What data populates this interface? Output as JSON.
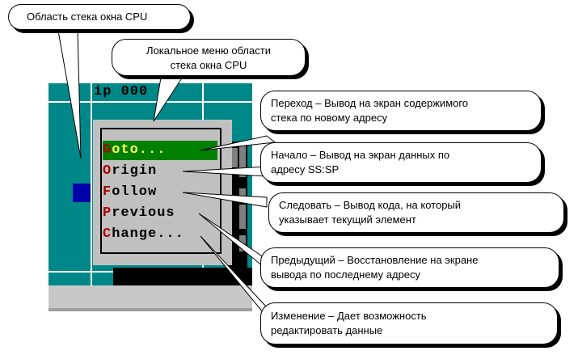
{
  "window": {
    "status_line": "ip 000"
  },
  "menu": {
    "items": [
      {
        "hot": "G",
        "rest": "oto...",
        "selected": true
      },
      {
        "hot": "O",
        "rest": "rigin",
        "selected": false
      },
      {
        "hot": "F",
        "rest": "ollow",
        "selected": false
      },
      {
        "hot": "P",
        "rest": "revious",
        "selected": false
      },
      {
        "hot": "C",
        "rest": "hange...",
        "selected": false
      }
    ]
  },
  "callouts": {
    "stack_area": "Область стека окна CPU",
    "local_menu_line1": "Локальное меню области",
    "local_menu_line2": "стека окна CPU",
    "goto_line1": "Переход – Вывод на экран содержимого",
    "goto_line2": "стека по новому адресу",
    "origin_line1": "Начало – Вывод на экран данных по",
    "origin_line2": "адресу SS:SP",
    "follow_line1": "Следовать – Вывод кода, на который",
    "follow_line2": "указывает текущий элемент",
    "previous_line1": "Предыдущий – Восстановление на экране",
    "previous_line2": "вывода по последнему адресу",
    "change_line1": "Изменение – Дает возможность",
    "change_line2": "редактировать данные"
  },
  "colors": {
    "window_bg": "#008888",
    "menu_bg": "#c0c0c0",
    "selected_bg": "#008000",
    "hotkey": "#aa0000",
    "selected_text": "#ffff55",
    "stack_block": "#0000aa"
  }
}
